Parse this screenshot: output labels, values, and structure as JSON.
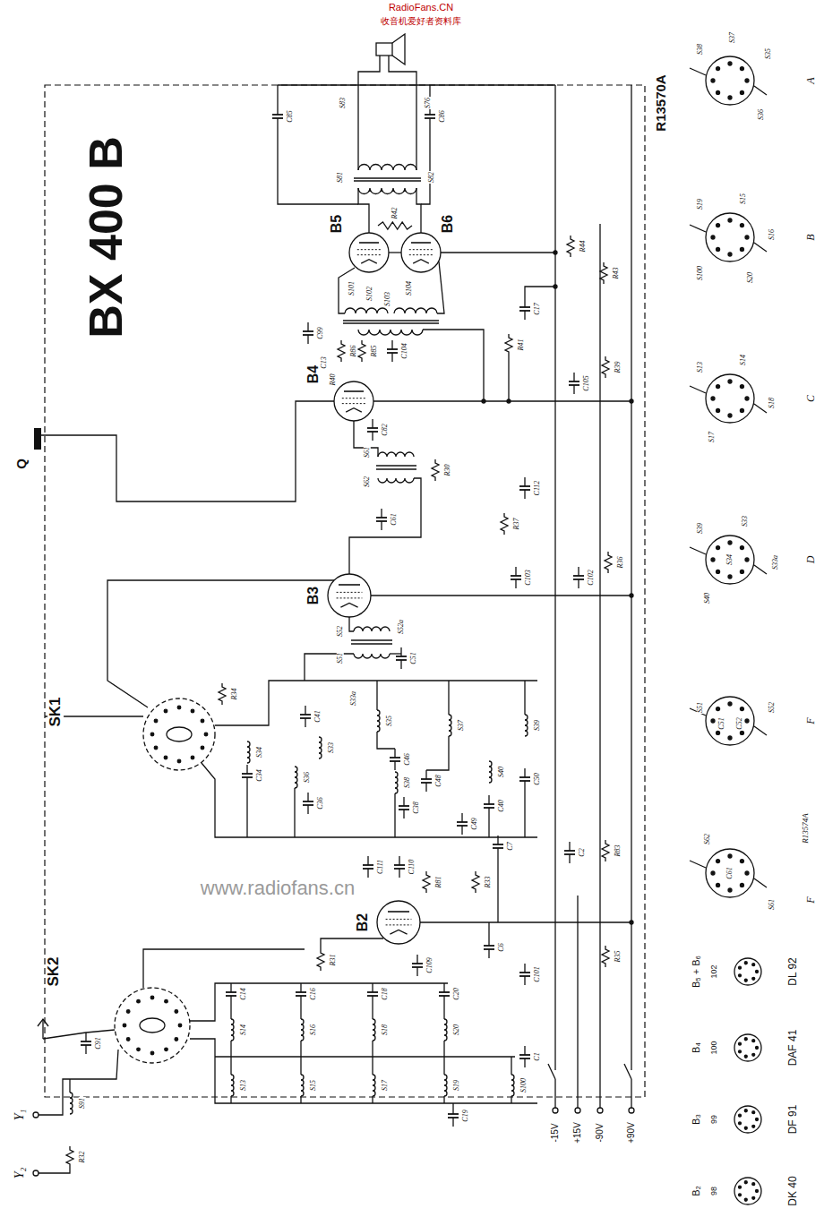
{
  "diagram": {
    "title": "BX 400 B",
    "labels": [
      "RadioFans.CN",
      "收音机爱好者资料库",
      "www.radiofans.cn",
      "R13570A",
      "Q",
      "SK1",
      "SK2",
      "B5",
      "B6",
      "B4",
      "B3",
      "B2",
      "-15V",
      "+15V",
      "-90V",
      "+90V",
      "C85",
      "C86",
      "S83",
      "S76",
      "S81",
      "S82",
      "R42",
      "S101",
      "S102",
      "S103",
      "S104",
      "C99",
      "R86",
      "R85",
      "C13",
      "C104",
      "R40",
      "R44",
      "R43",
      "C17",
      "R41",
      "R39",
      "C105",
      "C82",
      "S61",
      "S62",
      "R30",
      "C112",
      "R37",
      "C61",
      "C103",
      "R36",
      "C102",
      "S52",
      "S52a",
      "S51",
      "C51",
      "R34",
      "S33a",
      "C41",
      "S35",
      "S37",
      "S39",
      "S33",
      "S34",
      "C34",
      "S36",
      "C46",
      "S38",
      "C48",
      "S40",
      "C50",
      "C36",
      "C38",
      "C49",
      "C40",
      "C2",
      "R83",
      "C7",
      "R33",
      "C111",
      "C110",
      "R81",
      "R31",
      "C109",
      "C6",
      "R35",
      "C101",
      "C14",
      "C16",
      "C18",
      "C20",
      "S14",
      "S16",
      "S18",
      "S20",
      "S13",
      "S15",
      "S17",
      "S19",
      "S100",
      "C1",
      "C19",
      "C91",
      "S91",
      "R32",
      "Y₁",
      "Y₂",
      "S38",
      "S37",
      "S35",
      "S36",
      "A",
      "S19",
      "S15",
      "S16",
      "S100",
      "S20",
      "B",
      "S13",
      "S14",
      "S18",
      "S17",
      "C",
      "S39",
      "S33",
      "S33a",
      "S34",
      "S40",
      "D",
      "S51",
      "C51",
      "C52",
      "S52",
      "F",
      "S62",
      "C61",
      "S61",
      "R13574A",
      "F",
      "B₅ + B₆",
      "102",
      "DL 92",
      "B₄",
      "100",
      "DAF 41",
      "B₃",
      "99",
      "DF 91",
      "B₂",
      "98",
      "DK 40"
    ]
  }
}
